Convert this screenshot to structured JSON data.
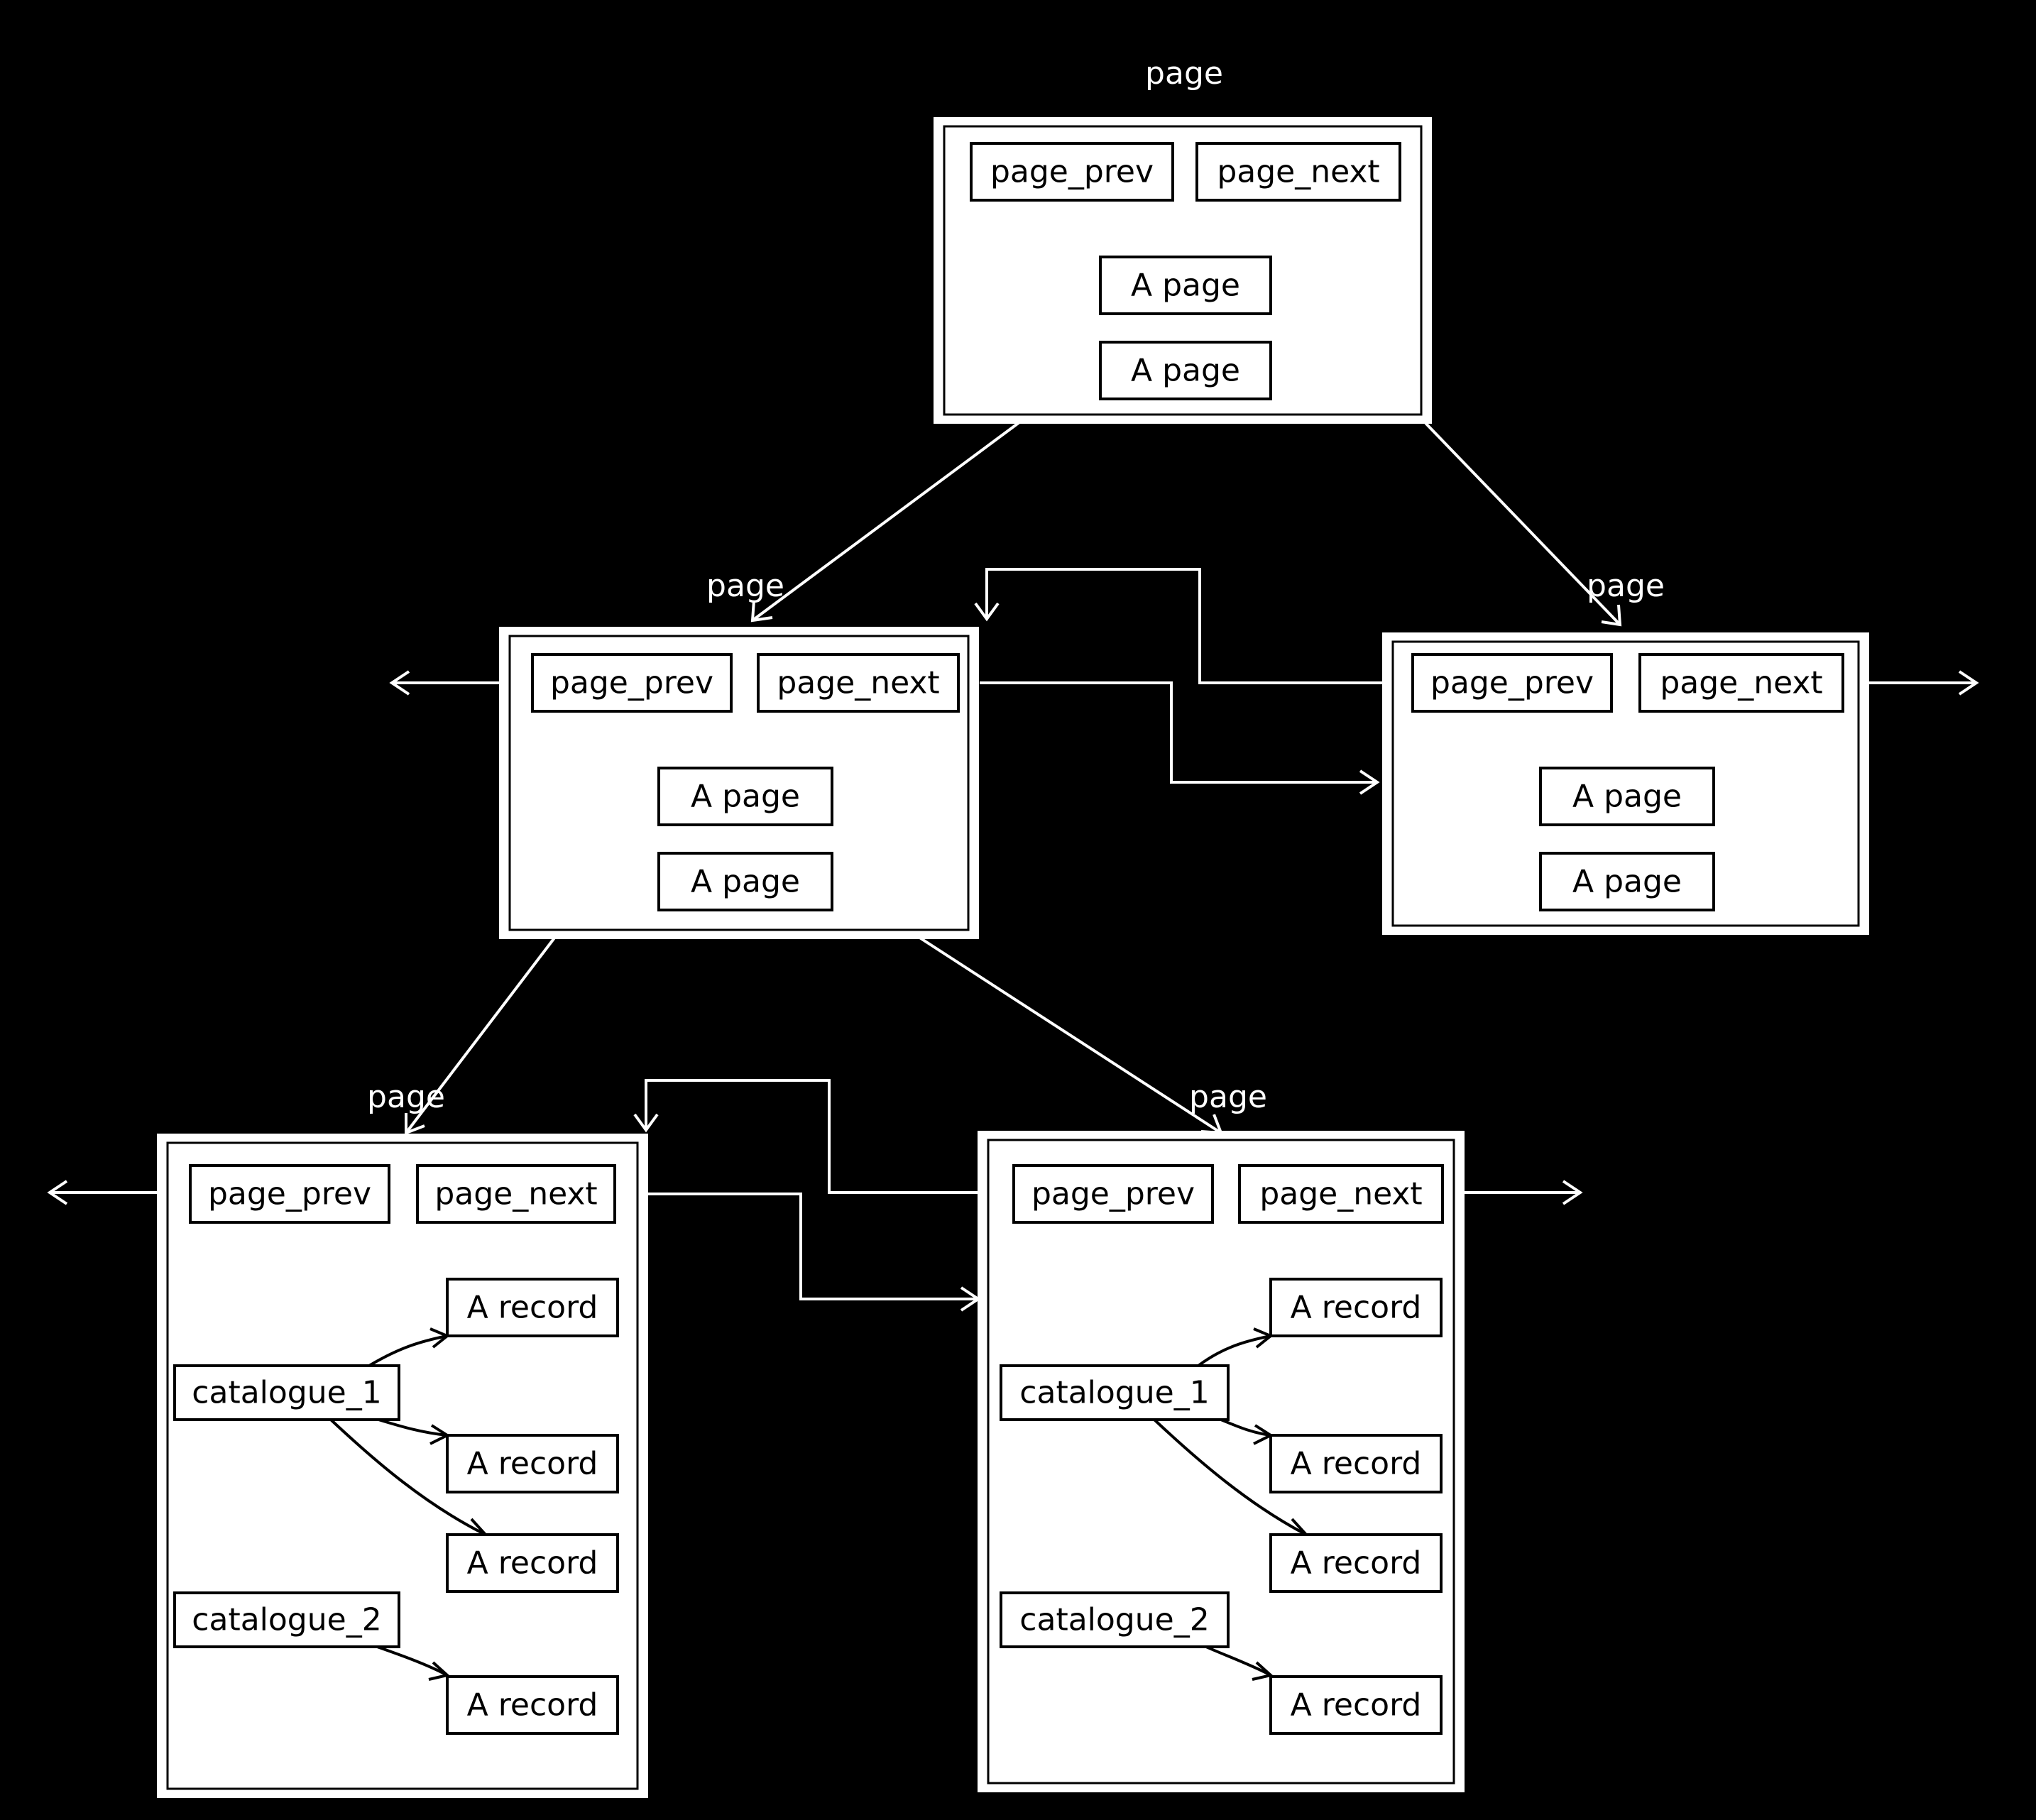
{
  "labels": {
    "page": "page",
    "page_prev": "page_prev",
    "page_next": "page_next",
    "a_page": "A page",
    "a_record": "A record",
    "catalogue_1": "catalogue_1",
    "catalogue_2": "catalogue_2"
  },
  "colors": {
    "background": "#000000",
    "box": "#ffffff",
    "line": "#ffffff",
    "text": "#000000"
  },
  "tree": {
    "root": {
      "label": "page",
      "fields": [
        "page_prev",
        "page_next"
      ],
      "entries": [
        "A page",
        "A page"
      ]
    },
    "internal": [
      {
        "label": "page",
        "fields": [
          "page_prev",
          "page_next"
        ],
        "entries": [
          "A page",
          "A page"
        ]
      },
      {
        "label": "page",
        "fields": [
          "page_prev",
          "page_next"
        ],
        "entries": [
          "A page",
          "A page"
        ]
      }
    ],
    "leaves": [
      {
        "label": "page",
        "fields": [
          "page_prev",
          "page_next"
        ],
        "catalogues": [
          {
            "name": "catalogue_1",
            "records": [
              "A record",
              "A record",
              "A record"
            ]
          },
          {
            "name": "catalogue_2",
            "records": [
              "A record"
            ]
          }
        ]
      },
      {
        "label": "page",
        "fields": [
          "page_prev",
          "page_next"
        ],
        "catalogues": [
          {
            "name": "catalogue_1",
            "records": [
              "A record",
              "A record",
              "A record"
            ]
          },
          {
            "name": "catalogue_2",
            "records": [
              "A record"
            ]
          }
        ]
      }
    ]
  }
}
